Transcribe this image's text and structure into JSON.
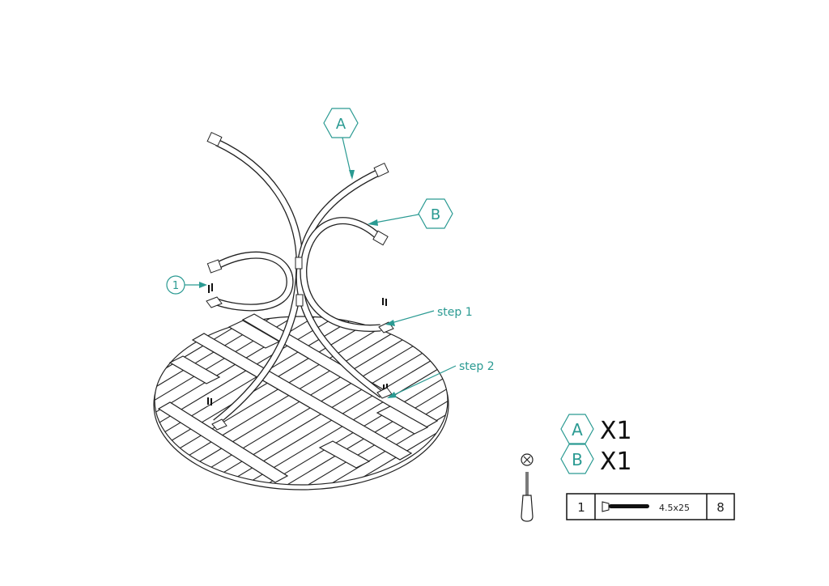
{
  "callouts": {
    "part_a": "A",
    "part_b": "B",
    "hardware_1": "1",
    "step1": "step 1",
    "step2": "step 2"
  },
  "parts_list": [
    {
      "label": "A",
      "qty": "X1"
    },
    {
      "label": "B",
      "qty": "X1"
    }
  ],
  "tool": {
    "icon": "phillips-screwdriver-icon"
  },
  "hardware_table": {
    "item": "1",
    "spec": "4.5x25",
    "qty": "8",
    "icon": "screw-icon"
  },
  "colors": {
    "accent": "#2a9a92",
    "line": "#222222"
  }
}
